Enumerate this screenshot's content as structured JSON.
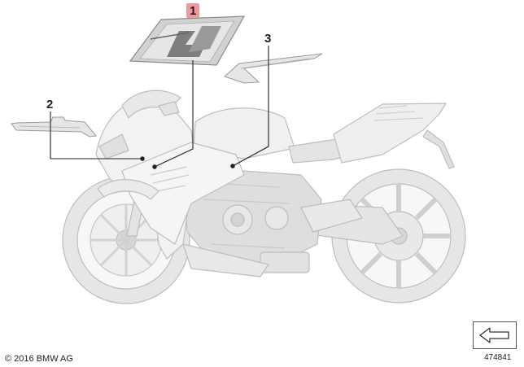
{
  "callouts": [
    {
      "number": "1",
      "highlighted": true
    },
    {
      "number": "2",
      "highlighted": false
    },
    {
      "number": "3",
      "highlighted": false
    }
  ],
  "footer": {
    "copyright": "© 2016 BMW AG",
    "diagram_id": "474841"
  },
  "icons": {
    "nav": "left-arrow-icon"
  },
  "colors": {
    "highlight": "#ec9a9e",
    "line": "#222222",
    "part_outline": "#bdbdbd",
    "decal_fill": "#cfcfcf"
  }
}
